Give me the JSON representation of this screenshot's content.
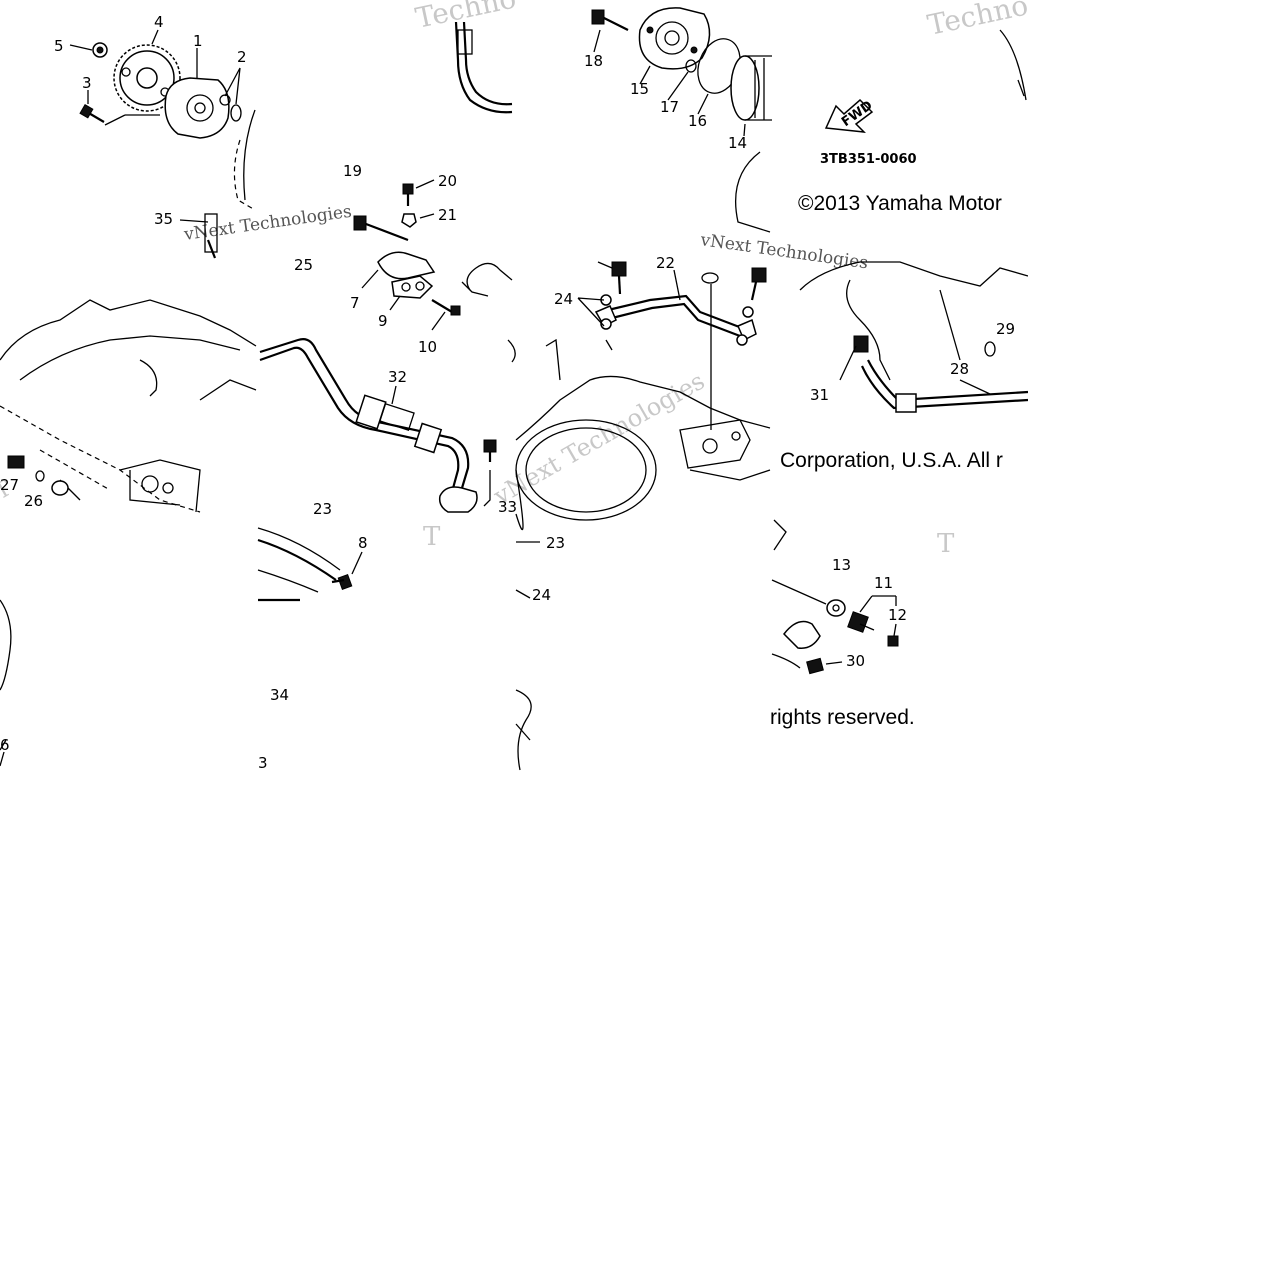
{
  "diagram": {
    "part_code": "3TB351-0060",
    "fwd_label": "FWD",
    "copyright_parts": [
      "©2013 Yamaha Motor",
      "Corporation, U.S.A. All r",
      "rights reserved."
    ],
    "watermarks": [
      "Techno",
      "Technologies",
      "vNext Technologies",
      "vNext Technologies",
      "vNext Technologies",
      "T",
      "T",
      "T"
    ],
    "callouts": [
      {
        "label": "1"
      },
      {
        "label": "2"
      },
      {
        "label": "3"
      },
      {
        "label": "4"
      },
      {
        "label": "5"
      },
      {
        "label": "7"
      },
      {
        "label": "8"
      },
      {
        "label": "9"
      },
      {
        "label": "10"
      },
      {
        "label": "11"
      },
      {
        "label": "12"
      },
      {
        "label": "13"
      },
      {
        "label": "14"
      },
      {
        "label": "15"
      },
      {
        "label": "16"
      },
      {
        "label": "17"
      },
      {
        "label": "18"
      },
      {
        "label": "19"
      },
      {
        "label": "20"
      },
      {
        "label": "21"
      },
      {
        "label": "22"
      },
      {
        "label": "23"
      },
      {
        "label": "23"
      },
      {
        "label": "24"
      },
      {
        "label": "24"
      },
      {
        "label": "25"
      },
      {
        "label": "26"
      },
      {
        "label": "27"
      },
      {
        "label": "28"
      },
      {
        "label": "29"
      },
      {
        "label": "30"
      },
      {
        "label": "31"
      },
      {
        "label": "32"
      },
      {
        "label": "33"
      },
      {
        "label": "34"
      },
      {
        "label": "35"
      },
      {
        "label": "6"
      },
      {
        "label": "3"
      }
    ]
  }
}
